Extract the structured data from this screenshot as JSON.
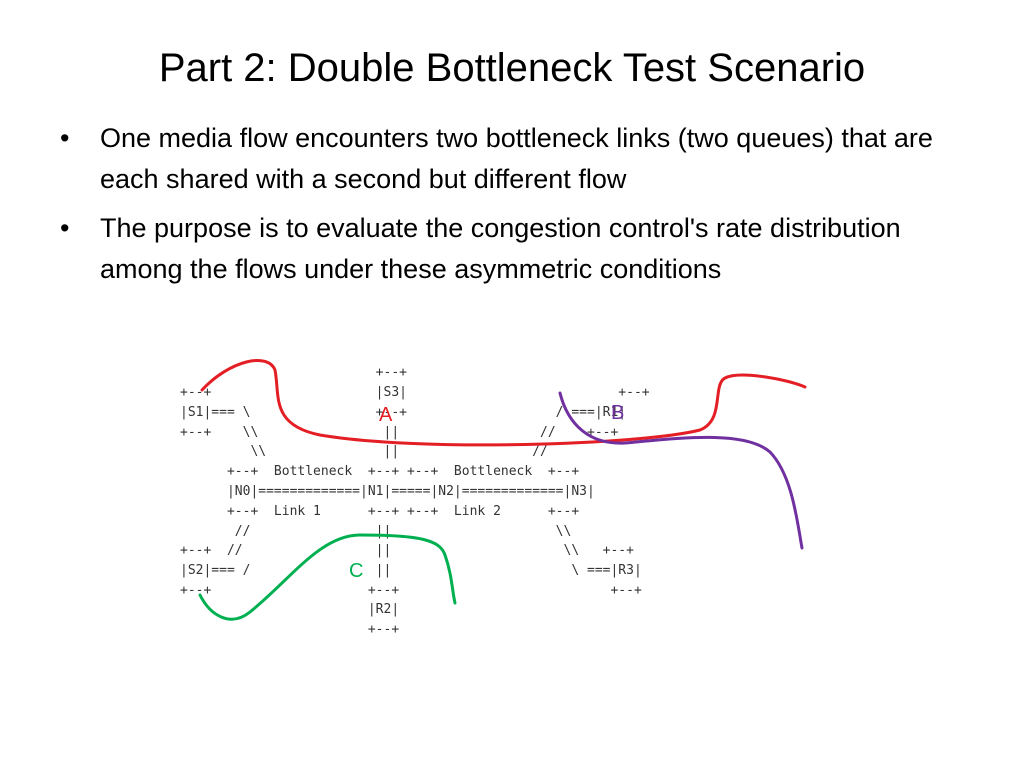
{
  "slide": {
    "title": "Part 2: Double Bottleneck Test Scenario",
    "bullets": [
      {
        "marker": "•",
        "text": "One media flow encounters two bottleneck links (two queues) that are each shared with a second but different flow"
      },
      {
        "marker": "•",
        "text": "The purpose is to evaluate the congestion control's rate distribution among the flows under these asymmetric conditions"
      }
    ]
  },
  "diagram": {
    "ascii_lines": [
      "                         +--+",
      "+--+                     |S3|                           +--+",
      "|S1|=== \\                +--+                   / ===|R1|",
      "+--+    \\\\                ||                  //    +--+",
      "         \\\\               ||                 //",
      "      +--+  Bottleneck  +--+ +--+  Bottleneck  +--+",
      "      |N0|=============|N1|=====|N2|=============|N3|",
      "      +--+  Link 1      +--+ +--+  Link 2      +--+",
      "       //                ||                     \\\\",
      "+--+  //                 ||                      \\\\   +--+",
      "|S2|=== /                ||                       \\ ===|R3|",
      "+--+                    +--+                           +--+",
      "                        |R2|",
      "                        +--+"
    ],
    "flows": [
      {
        "label": "A",
        "color": "#e31e24"
      },
      {
        "label": "B",
        "color": "#7030a0"
      },
      {
        "label": "C",
        "color": "#00b050"
      }
    ]
  }
}
